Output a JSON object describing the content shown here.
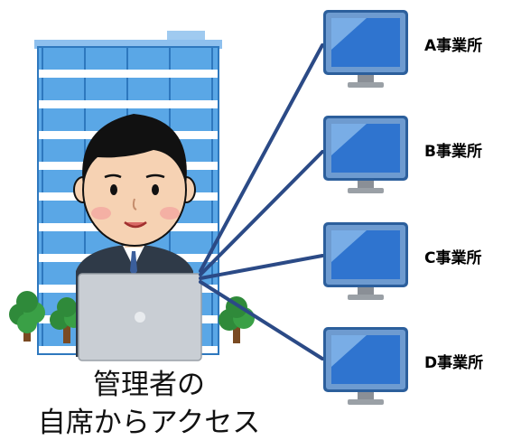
{
  "sites": [
    {
      "label": "A事業所"
    },
    {
      "label": "B事業所"
    },
    {
      "label": "C事業所"
    },
    {
      "label": "D事業所"
    }
  ],
  "caption": {
    "line1": "管理者の",
    "line2": "自席からアクセス"
  },
  "colors": {
    "connection_line": "#2b4a86",
    "monitor_frame": "#5b84b8",
    "monitor_screen": "#2f74cf",
    "building": "#3d8fd6",
    "laptop": "#cfd3d8"
  },
  "icons": {
    "building": "office-building-icon",
    "admin": "administrator-person-icon",
    "laptop": "laptop-icon",
    "monitor": "desktop-monitor-icon",
    "tree": "tree-icon"
  }
}
